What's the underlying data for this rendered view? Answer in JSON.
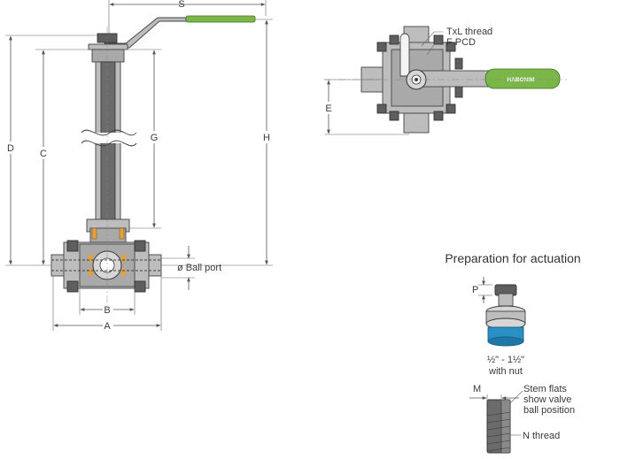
{
  "dimension_labels": {
    "S": "S",
    "D": "D",
    "C": "C",
    "G": "G",
    "H": "H",
    "B": "B",
    "A": "A",
    "ball_port": "ø Ball port",
    "E": "E",
    "P": "P",
    "M": "M"
  },
  "top_view": {
    "thread_label": "TxL thread",
    "pcd_label": "F PCD",
    "brand": "HABONIM"
  },
  "actuation": {
    "title": "Preparation for actuation",
    "size_range": "½\" - 1½\"",
    "with_nut": "with nut",
    "stem_flats_1": "Stem flats",
    "stem_flats_2": "show valve",
    "stem_flats_3": "ball position",
    "n_thread": "N thread"
  },
  "colors": {
    "handle_green": "#7ab648",
    "nut_blue": "#2a8fc2",
    "seat_orange": "#e2a13a",
    "metal": "#bdbdbd"
  }
}
